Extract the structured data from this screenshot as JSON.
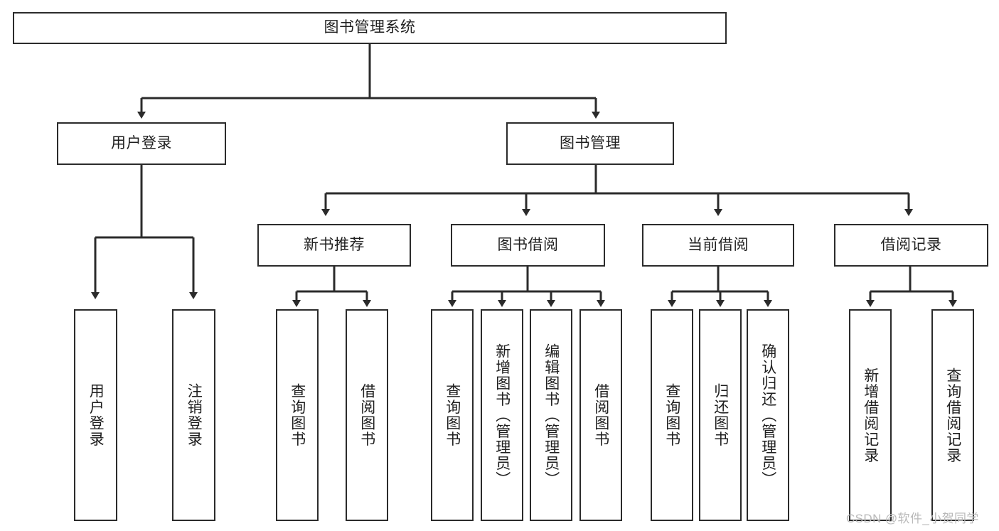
{
  "diagram": {
    "title": "图书管理系统",
    "type": "hierarchy-tree",
    "root": {
      "id": "root",
      "label": "图书管理系统"
    },
    "level2": [
      {
        "id": "user-login",
        "label": "用户登录"
      },
      {
        "id": "book-manage",
        "label": "图书管理"
      }
    ],
    "level3": [
      {
        "id": "new-book-rec",
        "label": "新书推荐"
      },
      {
        "id": "book-borrow",
        "label": "图书借阅"
      },
      {
        "id": "current-borrow",
        "label": "当前借阅"
      },
      {
        "id": "borrow-record",
        "label": "借阅记录"
      }
    ],
    "leaves": {
      "user_login": [
        {
          "id": "leaf-user-login",
          "label": "用户登录"
        },
        {
          "id": "leaf-logout-login",
          "label": "注销登录"
        }
      ],
      "new_book_rec": [
        {
          "id": "leaf-query-book-1",
          "label": "查询图书"
        },
        {
          "id": "leaf-borrow-book-1",
          "label": "借阅图书"
        }
      ],
      "book_borrow": [
        {
          "id": "leaf-query-book-2",
          "label": "查询图书"
        },
        {
          "id": "leaf-add-book",
          "label": "新增图书（管理员）"
        },
        {
          "id": "leaf-edit-book",
          "label": "编辑图书（管理员）"
        },
        {
          "id": "leaf-borrow-book-2",
          "label": "借阅图书"
        }
      ],
      "current_borrow": [
        {
          "id": "leaf-query-book-3",
          "label": "查询图书"
        },
        {
          "id": "leaf-return-book",
          "label": "归还图书"
        },
        {
          "id": "leaf-confirm-return",
          "label": "确认归还（管理员）"
        }
      ],
      "borrow_record": [
        {
          "id": "leaf-add-record",
          "label": "新增借阅记录"
        },
        {
          "id": "leaf-query-record",
          "label": "查询借阅记录"
        }
      ]
    },
    "colors": {
      "stroke": "#2b2b2b",
      "background": "#ffffff",
      "text": "#1f1f1f",
      "watermark": "#b9b9b9"
    }
  },
  "watermark": {
    "text": "CSDN @软件_小贺同学"
  }
}
